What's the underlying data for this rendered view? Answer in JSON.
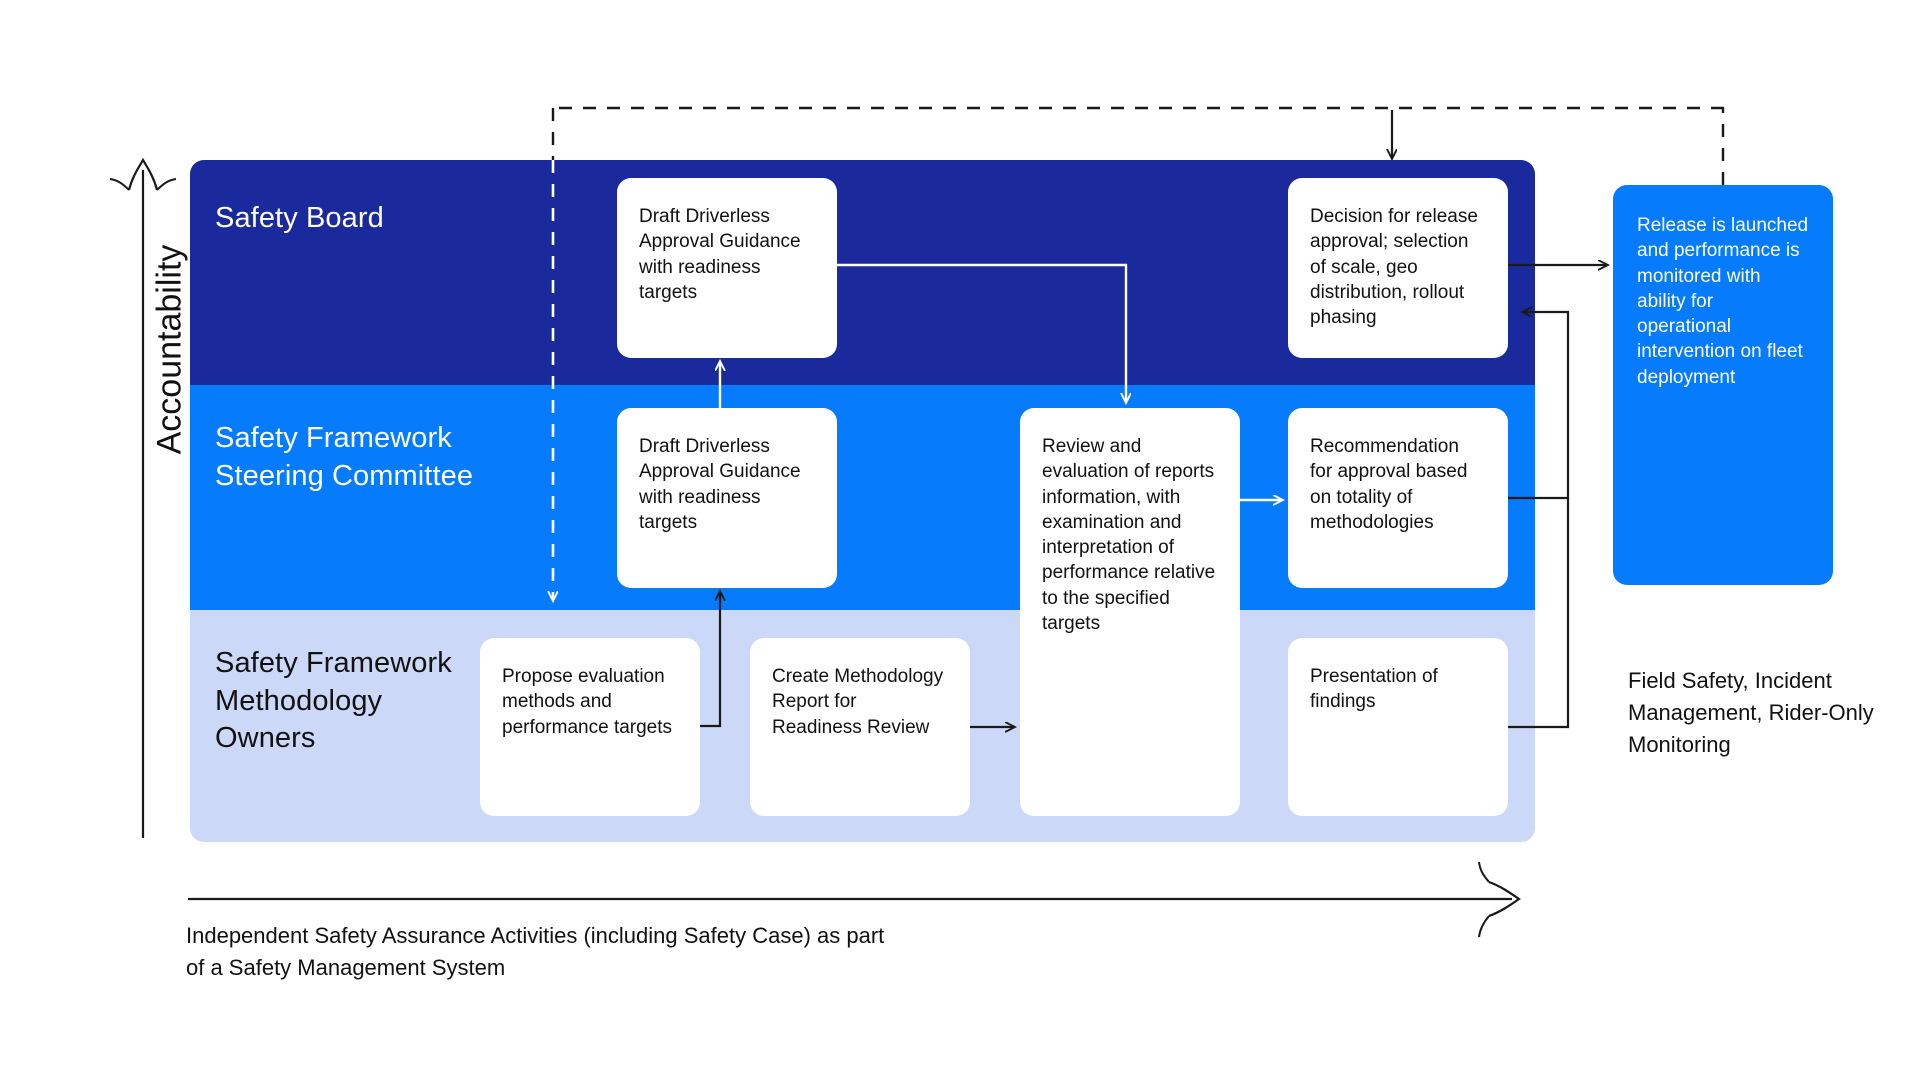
{
  "axis": {
    "vertical_label": "Accountability",
    "bottom_caption": "Independent Safety Assurance Activities (including Safety Case) as part of a Safety Management System"
  },
  "lanes": [
    {
      "id": "safety-board",
      "label": "Safety Board",
      "color": "#1a2a9c",
      "text_color": "#ffffff"
    },
    {
      "id": "steering-committee",
      "label": "Safety Framework Steering Committee",
      "color": "#067bfc",
      "text_color": "#ffffff"
    },
    {
      "id": "methodology-owners",
      "label": "Safety Framework Methodology Owners",
      "color": "#ccd8f7",
      "text_color": "#111111"
    }
  ],
  "cards": {
    "draft_guidance_board": "Draft Driverless Approval Guidance with readiness targets",
    "release_decision": "Decision for release approval; selection of scale, geo distribution, rollout phasing",
    "draft_guidance_steering": "Draft Driverless Approval Guidance with readiness targets",
    "review_evaluation": "Review and evaluation of reports information, with examination and interpretation of performance relative to the specified targets",
    "recommendation": "Recommendation for approval based on totality of methodologies",
    "propose_methods": "Propose evaluation methods and performance targets",
    "create_report": "Create Methodology Report for Readiness Review",
    "presentation_findings": "Presentation of findings",
    "release_launched": "Release is launched and performance is monitored with ability for operational intervention on fleet deployment"
  },
  "side_note": "Field Safety, Incident Management, Rider-Only Monitoring",
  "colors": {
    "navy": "#1a2a9c",
    "blue": "#067bfc",
    "pale_blue": "#ccd8f7",
    "white": "#ffffff",
    "line_dark": "#1a1a1a"
  }
}
